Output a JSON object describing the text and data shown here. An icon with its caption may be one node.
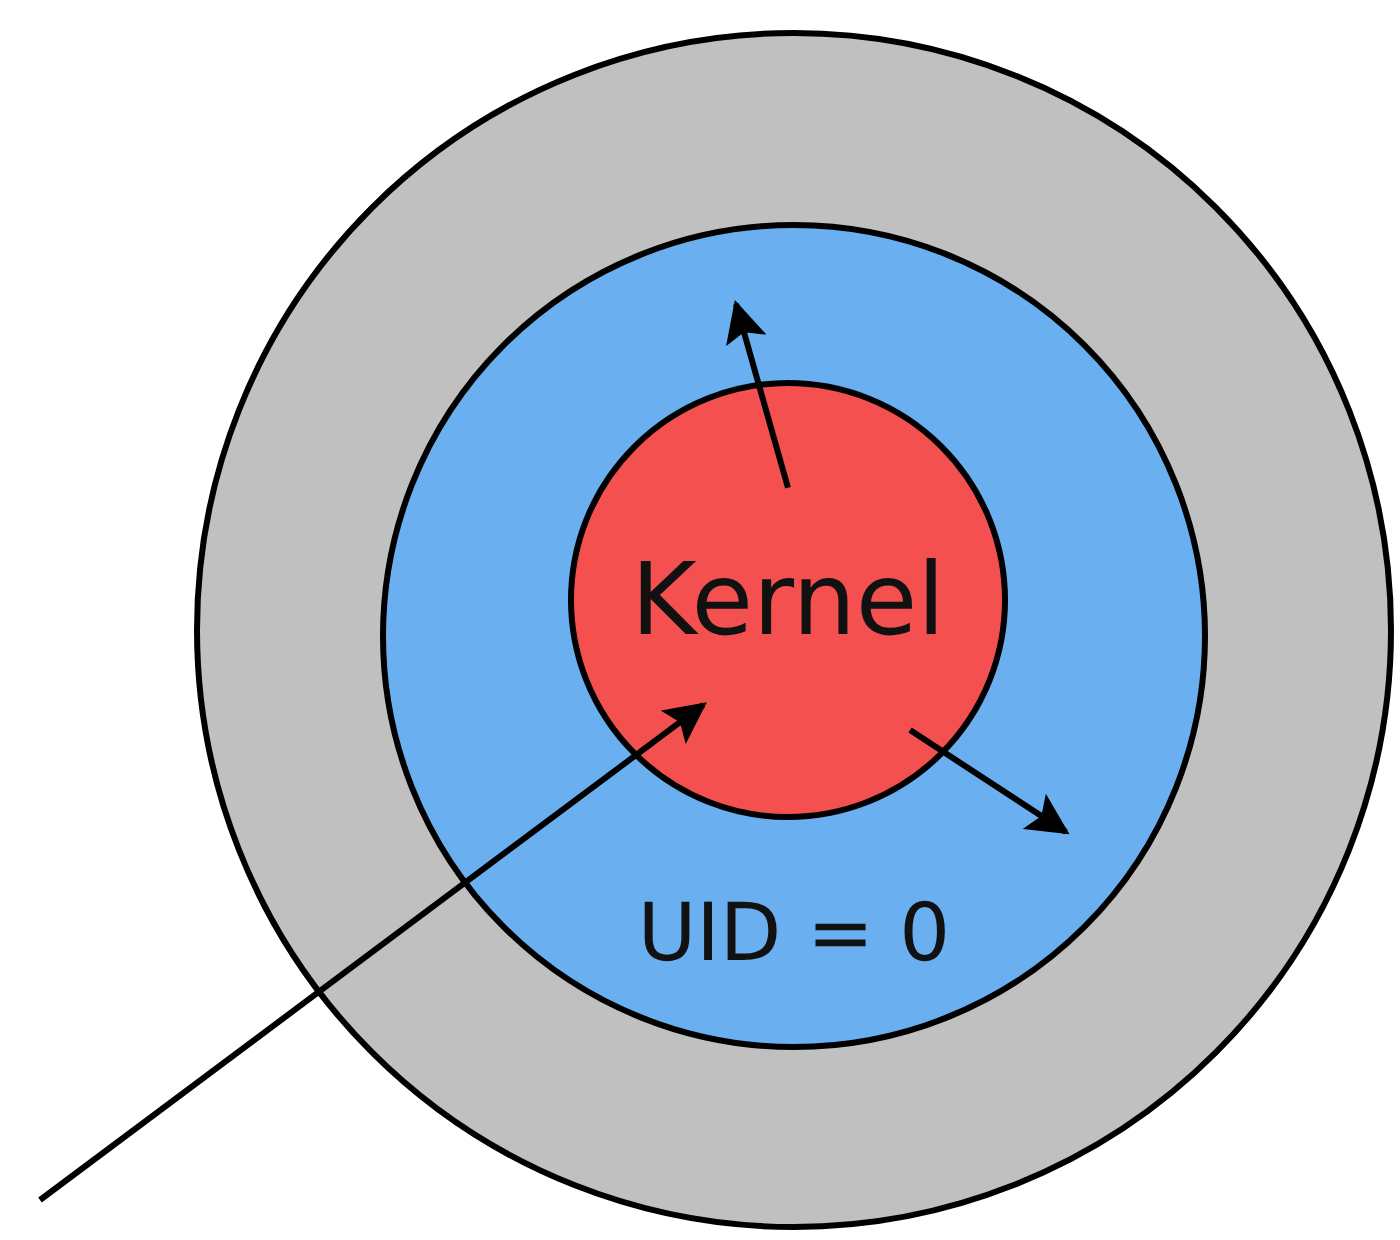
{
  "diagram": {
    "nodes": [
      {
        "text": [],
        "shape": "circle"
      },
      {
        "text": [
          "UID = 0"
        ],
        "in": 0
      },
      {
        "text": [
          "Kernel"
        ],
        "in": 1
      }
    ],
    "edges": [
      {
        "from": null,
        "to": 2,
        "arrow": "to"
      },
      {
        "from": 2,
        "to": null,
        "arrow": "to"
      },
      {
        "from": 2,
        "to": null,
        "arrow": "to"
      }
    ]
  }
}
